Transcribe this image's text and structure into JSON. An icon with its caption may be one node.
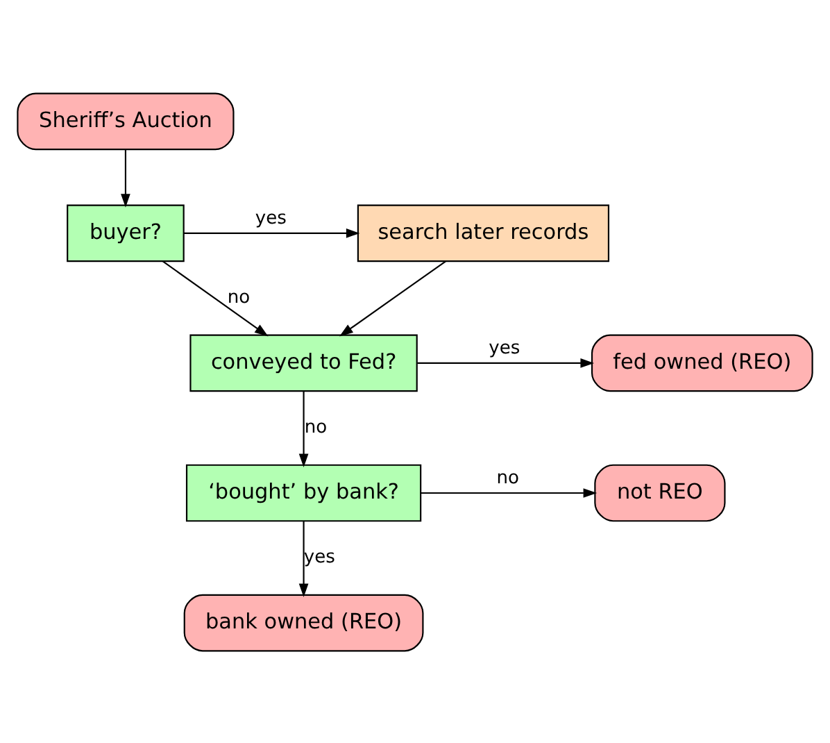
{
  "diagram": {
    "nodes": [
      {
        "text": [
          "Sheriff’s Auction"
        ]
      },
      {
        "text": [
          "buyer?"
        ]
      },
      {
        "text": [
          "search later records"
        ]
      },
      {
        "text": [
          "conveyed to Fed?"
        ]
      },
      {
        "text": [
          "fed owned (REO)"
        ]
      },
      {
        "text": [
          "‘bought’ by bank?"
        ]
      },
      {
        "text": [
          "not REO"
        ]
      },
      {
        "text": [
          "bank owned (REO)"
        ]
      }
    ],
    "edges": [
      {
        "from": 0,
        "to": 1,
        "arrow": "to"
      },
      {
        "from": 1,
        "to": 2,
        "arrow": "to",
        "label": "yes"
      },
      {
        "from": 1,
        "to": 3,
        "arrow": "to",
        "label": "no"
      },
      {
        "from": 2,
        "to": 3,
        "arrow": "to"
      },
      {
        "from": 3,
        "to": 4,
        "arrow": "to",
        "label": "yes"
      },
      {
        "from": 3,
        "to": 5,
        "arrow": "to",
        "label": "no"
      },
      {
        "from": 5,
        "to": 6,
        "arrow": "to",
        "label": "no"
      },
      {
        "from": 5,
        "to": 7,
        "arrow": "to",
        "label": "yes"
      }
    ]
  }
}
